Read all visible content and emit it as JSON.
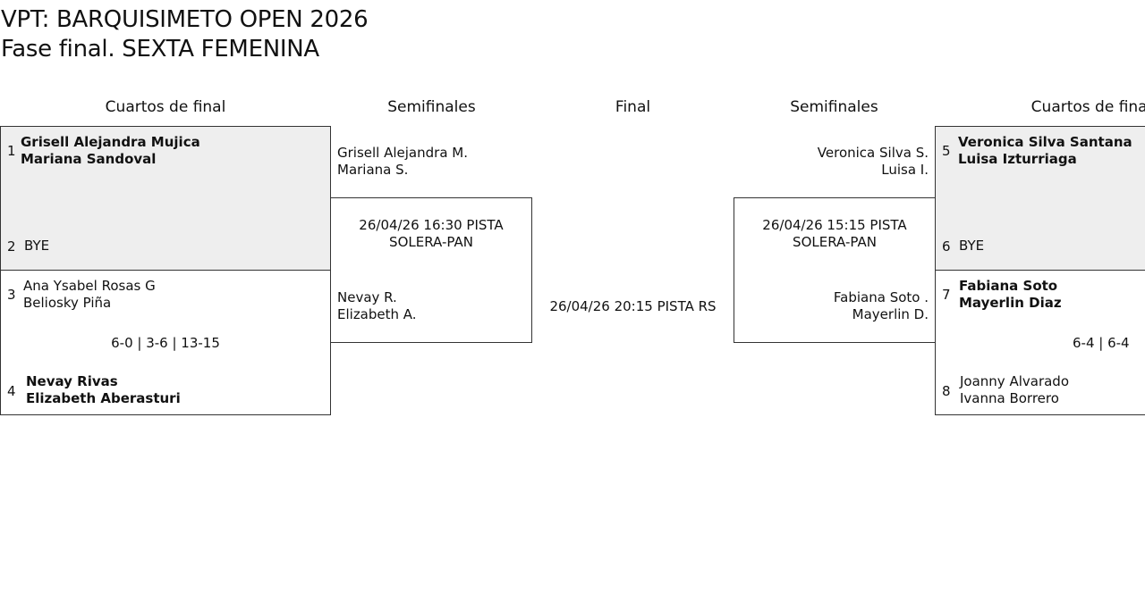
{
  "page": {
    "title_line1": "VPT: BARQUISIMETO OPEN 2026",
    "title_line2": "Fase final. SEXTA FEMENINA"
  },
  "headers": {
    "qf_left": "Cuartos de final",
    "sf_left": "Semifinales",
    "final": "Final",
    "sf_right": "Semifinales",
    "qf_right": "Cuartos de final"
  },
  "qf_left": {
    "m1": {
      "p1": {
        "seed": "1",
        "a": "Grisell Alejandra Mujica",
        "b": "Mariana Sandoval"
      },
      "p2": {
        "seed": "2",
        "a": "BYE"
      }
    },
    "m2": {
      "p1": {
        "seed": "3",
        "a": "Ana Ysabel Rosas G",
        "b": "Beliosky Piña"
      },
      "score": "6-0 | 3-6 | 13-15",
      "p2": {
        "seed": "4",
        "a": "Nevay Rivas",
        "b": "Elizabeth Aberasturi"
      }
    }
  },
  "sf_left": {
    "top": {
      "a": "Grisell Alejandra M.",
      "b": "Mariana S."
    },
    "schedule": "26/04/26 16:30 PISTA SOLERA-PAN",
    "bottom": {
      "a": "Nevay R.",
      "b": "Elizabeth A."
    }
  },
  "final": {
    "schedule": "26/04/26 20:15 PISTA RS"
  },
  "sf_right": {
    "top": {
      "a": "Veronica Silva S.",
      "b": "Luisa I."
    },
    "schedule": "26/04/26 15:15 PISTA SOLERA-PAN",
    "bottom": {
      "a": "Fabiana Soto .",
      "b": "Mayerlin D."
    }
  },
  "qf_right": {
    "m1": {
      "p1": {
        "seed": "5",
        "a": "Veronica Silva Santana",
        "b": "Luisa Izturriaga"
      },
      "p2": {
        "seed": "6",
        "a": "BYE"
      }
    },
    "m2": {
      "p1": {
        "seed": "7",
        "a": "Fabiana Soto",
        "b": "Mayerlin Diaz"
      },
      "score": "6-4 | 6-4",
      "p2": {
        "seed": "8",
        "a": "Joanny Alvarado",
        "b": "Ivanna Borrero"
      }
    }
  }
}
